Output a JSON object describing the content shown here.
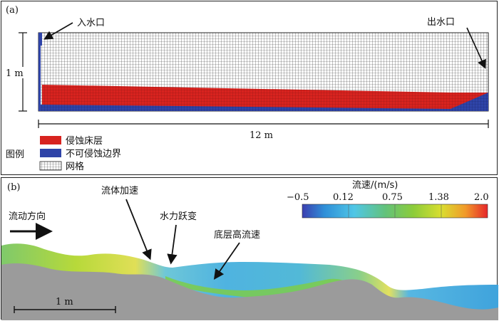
{
  "panel_a": {
    "tag": "(a)",
    "inlet_label": "入水口",
    "outlet_label": "出水口",
    "height_label": "1 m",
    "length_label": "12 m",
    "legend_title": "图例",
    "legend": [
      {
        "label": "侵蚀床层",
        "color": "#d8231f"
      },
      {
        "label": "不可侵蚀边界",
        "color": "#2f44a8"
      },
      {
        "label": "网格",
        "color": "#ffffff"
      }
    ]
  },
  "panel_b": {
    "tag": "(b)",
    "flow_direction_label": "流动方向",
    "annotation_accel": "流体加速",
    "annotation_jump": "水力跃变",
    "annotation_bottom": "底层高流速",
    "colorbar_title": "流速/(m/s)",
    "colorbar_ticks": [
      "−0.5",
      "0.12",
      "0.75",
      "1.38",
      "2.0"
    ],
    "scale_label": "1 m",
    "ground_color": "#9b9b9b"
  }
}
